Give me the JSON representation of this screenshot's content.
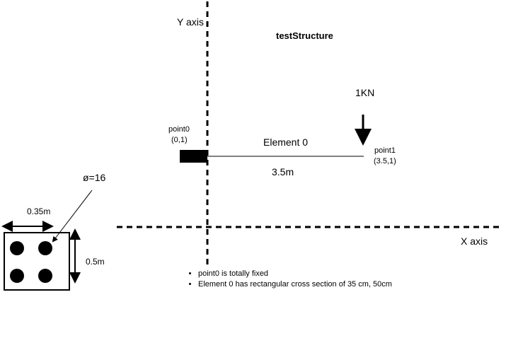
{
  "title": "testStructure",
  "axes": {
    "y_label": "Y axis",
    "x_label": "X axis"
  },
  "load": {
    "label": "1KN"
  },
  "points": [
    {
      "name": "point0",
      "coords": "(0,1)"
    },
    {
      "name": "point1",
      "coords": "(3.5,1)"
    }
  ],
  "element": {
    "name": "Element 0",
    "length": "3.5m"
  },
  "cross_section": {
    "bar_diameter": "ø=16",
    "width": "0.35m",
    "height": "0.5m",
    "bar_count": 4
  },
  "notes": [
    "point0 is totally fixed",
    "Element 0 has rectangular cross section of 35 cm, 50cm"
  ]
}
